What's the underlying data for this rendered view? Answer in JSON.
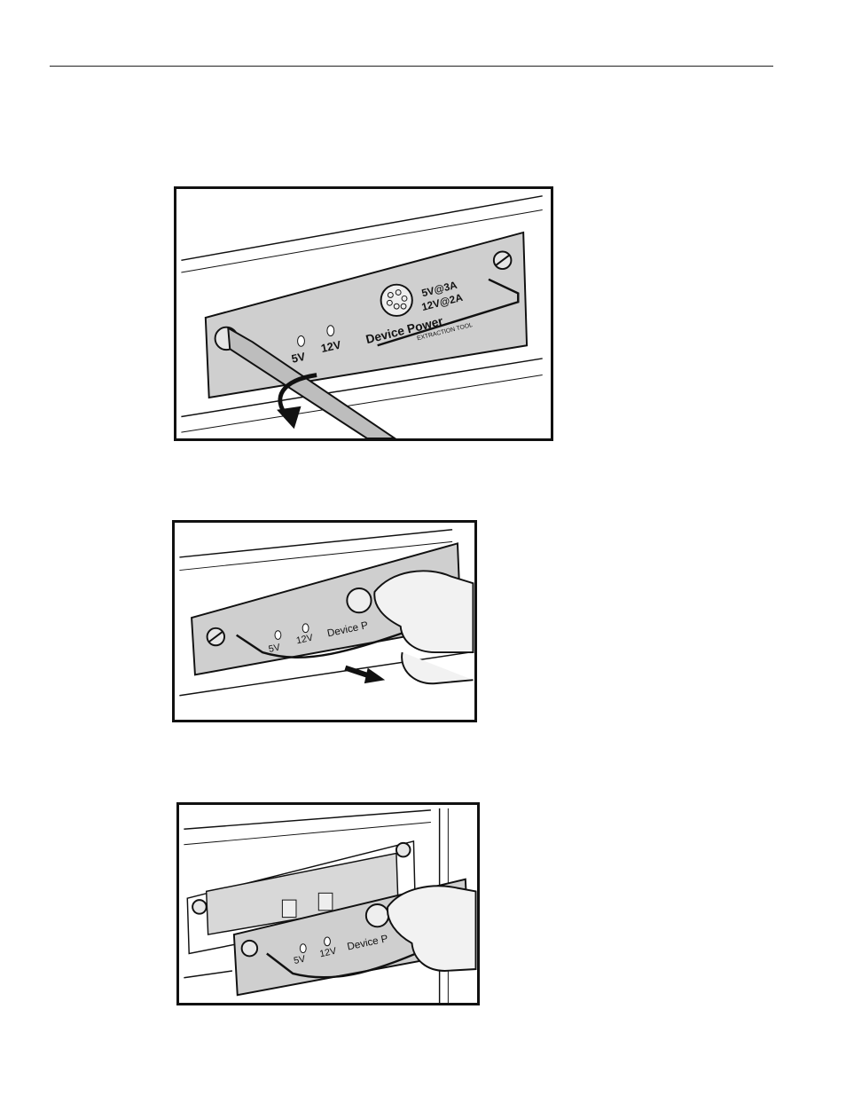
{
  "figures": {
    "fig1": {
      "led_left": "5V",
      "led_right": "12V",
      "panel_title": "Device Power",
      "rating_1": "5V@3A",
      "rating_2": "12V@2A",
      "tool_label": "EXTRACTION TOOL"
    },
    "fig2": {
      "led_left": "5V",
      "led_right": "12V",
      "panel_title": "Device P"
    },
    "fig3": {
      "led_left": "5V",
      "led_right": "12V",
      "panel_title": "Device P"
    }
  },
  "colors": {
    "line": "#111111",
    "panel_gray": "#cfcfcf",
    "chassis": "#ffffff"
  }
}
